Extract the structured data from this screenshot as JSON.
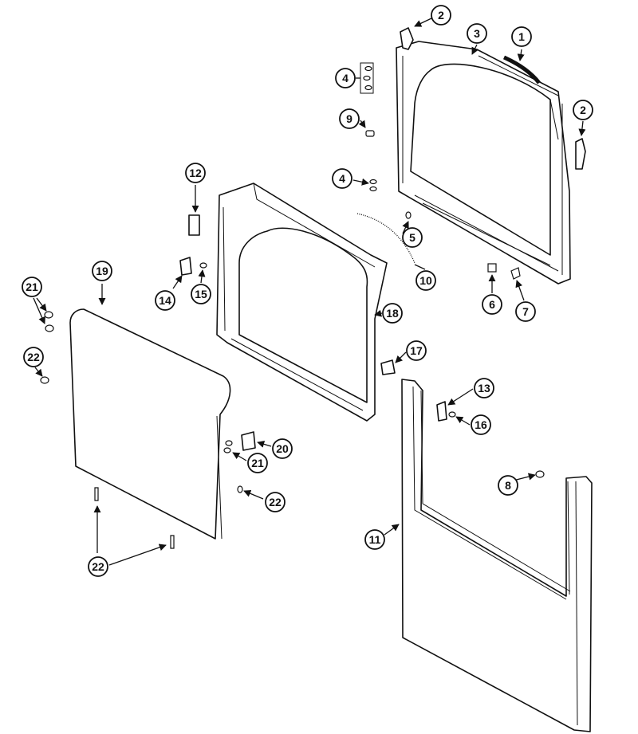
{
  "callouts": [
    "1",
    "2",
    "2",
    "3",
    "4",
    "4",
    "5",
    "6",
    "7",
    "8",
    "9",
    "10",
    "11",
    "12",
    "13",
    "14",
    "15",
    "16",
    "17",
    "18",
    "19",
    "20",
    "21",
    "21",
    "22",
    "22",
    "22"
  ],
  "parts": {
    "rear_frame": "3",
    "front_frame": "18",
    "front_panel": "11",
    "door": "19"
  }
}
